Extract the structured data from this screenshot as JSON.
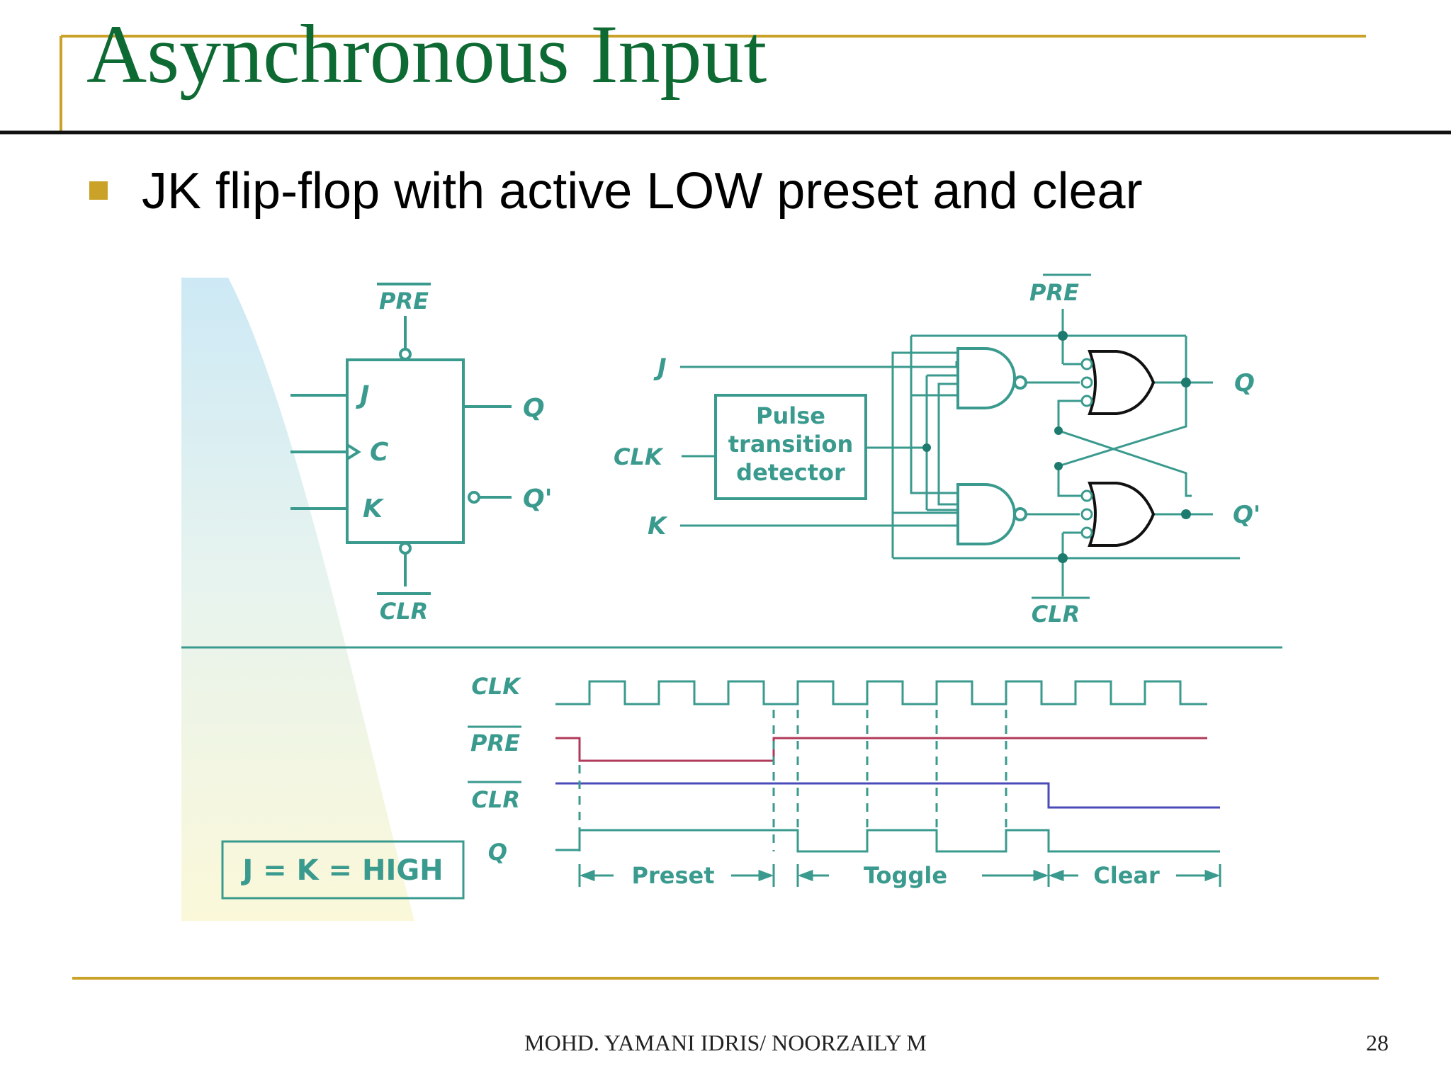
{
  "slide": {
    "title": "Asynchronous Input",
    "bullet": "JK flip-flop with active LOW preset and clear",
    "footer": "MOHD. YAMANI IDRIS/ NOORZAILY M",
    "page_number": "28"
  },
  "colors": {
    "title": "#0e6a33",
    "gold_rule": "#c9a227",
    "diagram_teal": "#3a9a8e",
    "gate_black": "#111111",
    "preset_signal": "#b03a5a",
    "clear_signal": "#4a4ab8"
  },
  "symbol": {
    "pre": "PRE",
    "clr": "CLR",
    "j": "J",
    "c": "C",
    "k": "K",
    "q": "Q",
    "qn": "Q'"
  },
  "circuit": {
    "pre": "PRE",
    "clr": "CLR",
    "j": "J",
    "clk": "CLK",
    "k": "K",
    "q": "Q",
    "qn": "Q'",
    "detector_line1": "Pulse",
    "detector_line2": "transition",
    "detector_line3": "detector"
  },
  "timing": {
    "clk": "CLK",
    "pre": "PRE",
    "clr": "CLR",
    "q": "Q",
    "condition": "J = K = HIGH",
    "phase_preset": "Preset",
    "phase_toggle": "Toggle",
    "phase_clear": "Clear"
  }
}
